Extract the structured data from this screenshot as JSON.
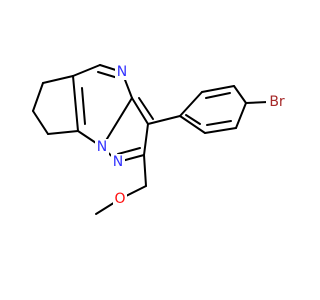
{
  "molecule": {
    "atom_labels": {
      "n_pyrimidine": "N",
      "n_bridge": "N",
      "n_pyrazole": "N",
      "oxygen": "O",
      "bromine": "Br"
    },
    "colors": {
      "bond": "#000000",
      "nitrogen": "#3333ff",
      "oxygen": "#ff0d0d",
      "bromine": "#a62929"
    }
  }
}
